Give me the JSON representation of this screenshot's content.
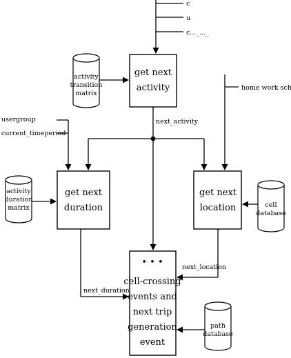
{
  "boxes": {
    "get_next_activity": [
      "get next",
      "activity"
    ],
    "get_next_duration": [
      "get next",
      "duration"
    ],
    "get_next_location": [
      "get next",
      "location"
    ],
    "events": [
      "• • •",
      "cell-crossing",
      "events and",
      "next trip",
      "generation",
      "event"
    ]
  },
  "databases": {
    "activity_transition_matrix": [
      "activity",
      "transition",
      "matrix"
    ],
    "activity_duration_matrix": [
      "activity",
      "duration",
      "matrix"
    ],
    "cell_database": [
      "cell",
      "database"
    ],
    "path_database": [
      "path",
      "database"
    ]
  },
  "inputs": {
    "top_inputs": [
      "c",
      "u",
      "c..._..._"
    ],
    "home_work_school": "home work school",
    "usergroup": "usergroup",
    "current_timeperiod": "current_timeperiod"
  },
  "flows": {
    "next_activity": "next_activity",
    "next_location": "next_location",
    "next_duration": "next_duration"
  }
}
